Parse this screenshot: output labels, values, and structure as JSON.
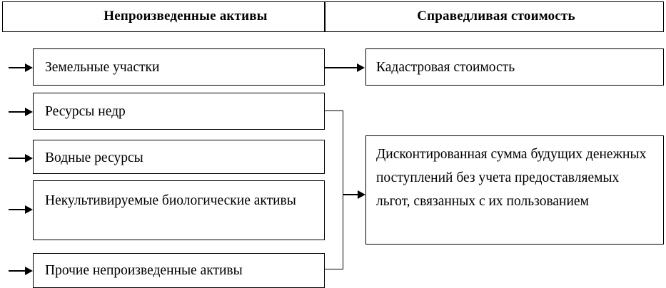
{
  "diagram": {
    "title_left": "Непроизведенные активы",
    "title_right": "Справедливая стоимость",
    "left_items": [
      {
        "label": "Земельные участки"
      },
      {
        "label": "Ресурсы недр"
      },
      {
        "label": "Водные ресурсы"
      },
      {
        "label": "Некультивируемые биологические активы"
      },
      {
        "label": "Прочие непроизведенные активы"
      }
    ],
    "right_items": [
      {
        "label": "Кадастровая стоимость"
      },
      {
        "label": "Дисконтированная сумма будущих денежных поступлений без учета предоставляемых льгот, связанных с их пользованием"
      }
    ],
    "colors": {
      "line": "#000000",
      "background": "#ffffff",
      "text": "#000000"
    }
  }
}
